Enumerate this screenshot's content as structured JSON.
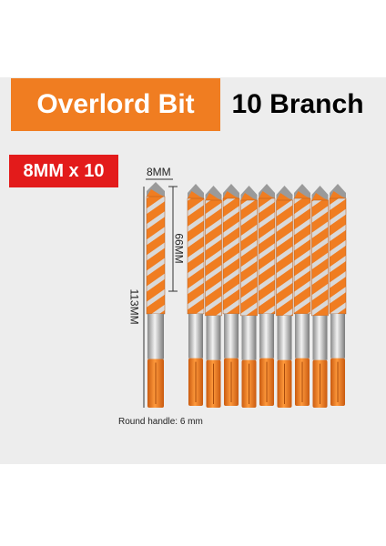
{
  "header": {
    "title": "Overlord Bit",
    "count_label": "10 Branch"
  },
  "badge": "8MM x 10",
  "dimensions": {
    "diameter": "8MM",
    "flute_length": "66MM",
    "total_length": "113MM"
  },
  "footnote": "Round handle: 6 mm",
  "colors": {
    "accent": "#f07d21",
    "badge": "#e31b1b",
    "panel": "#ededed"
  },
  "bit_count": 10
}
